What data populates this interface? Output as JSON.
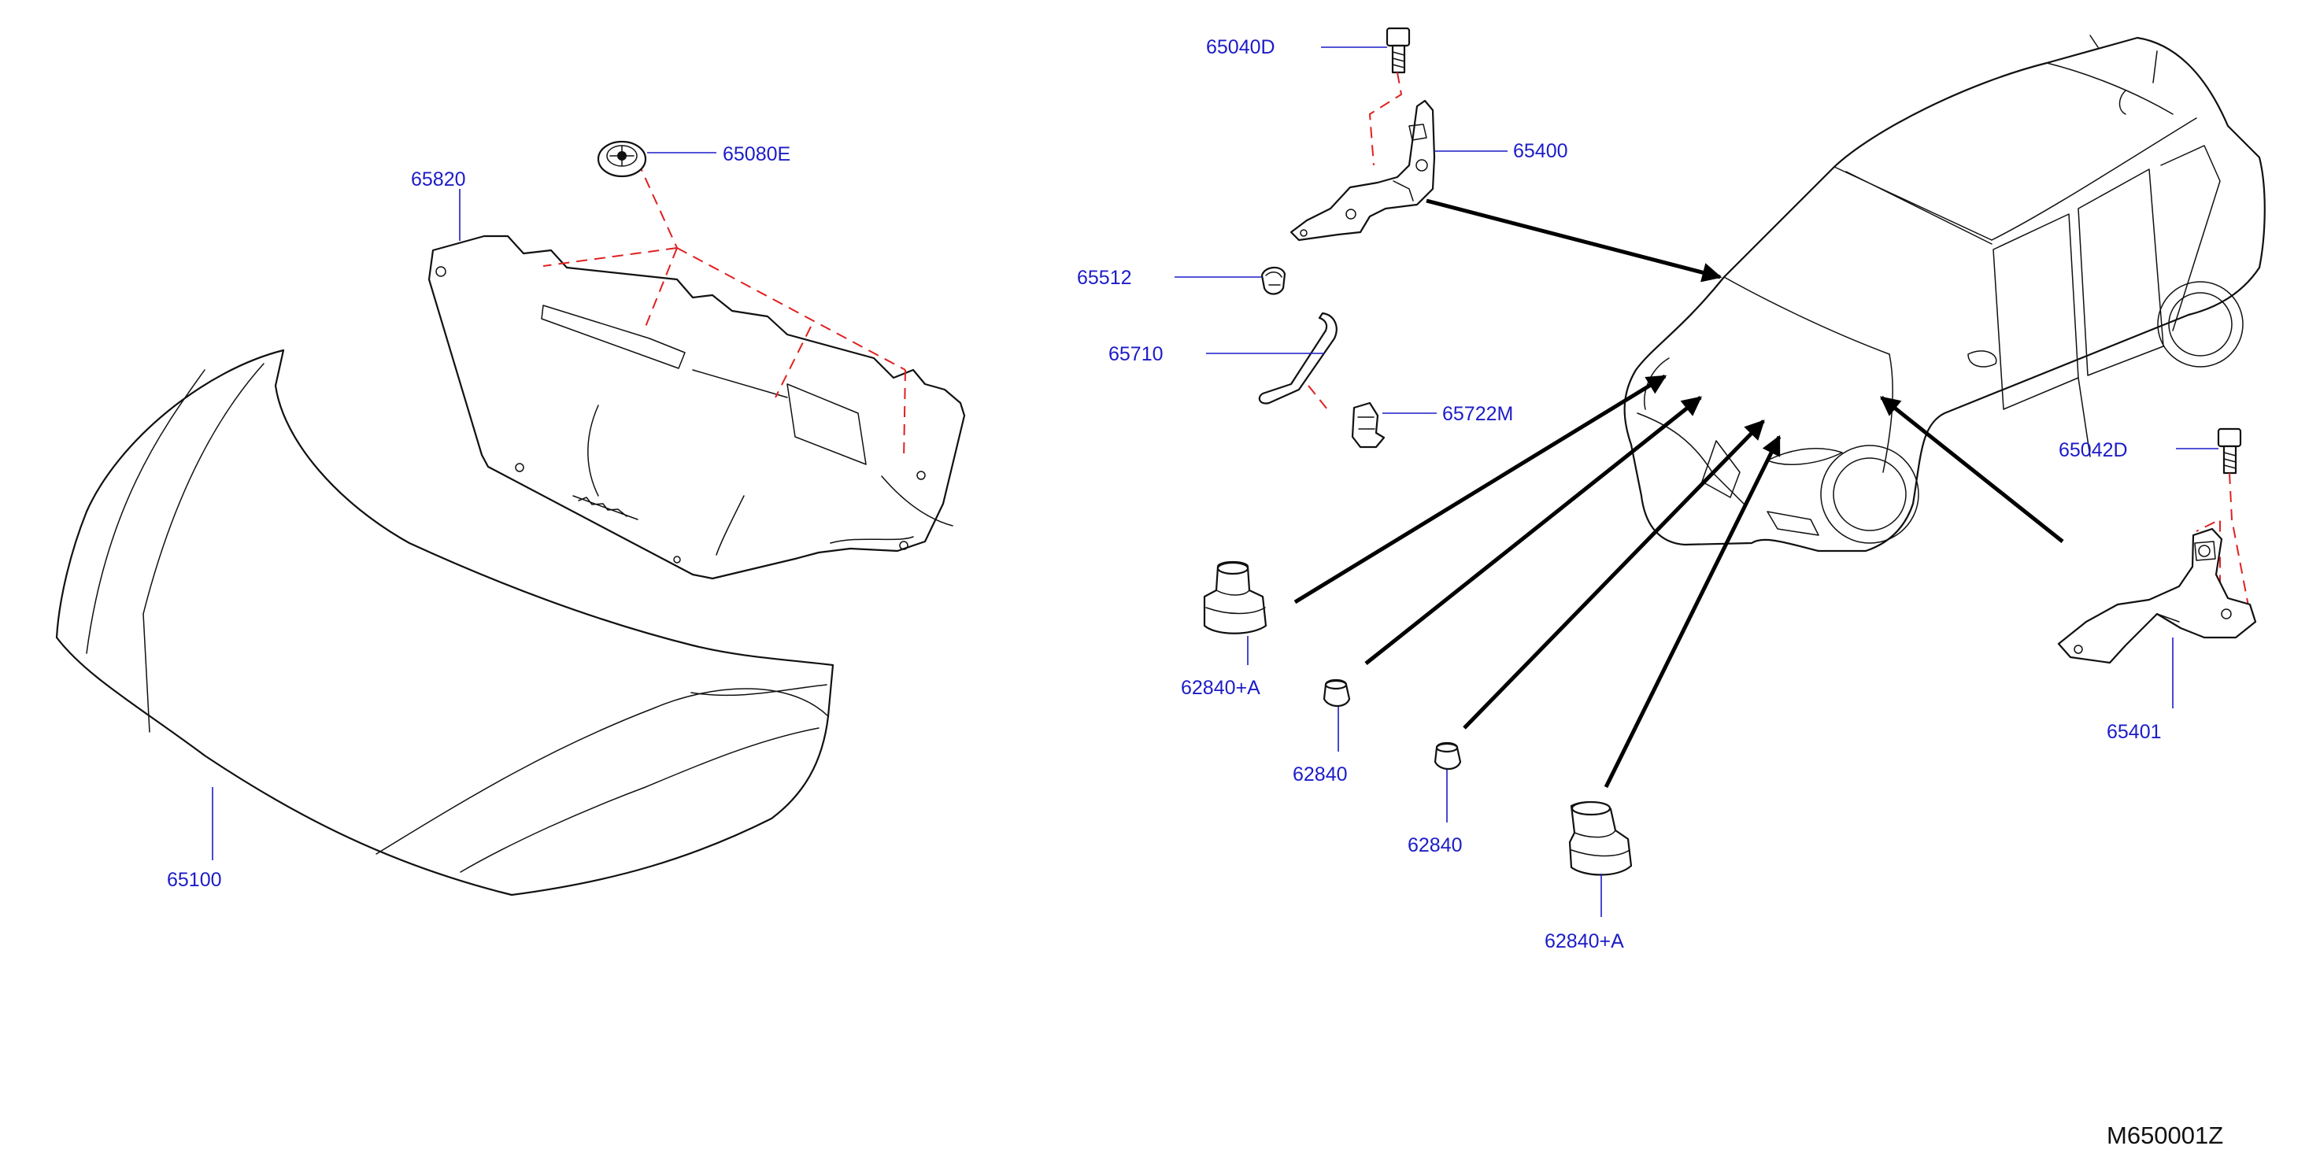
{
  "diagram_code": "M650001Z",
  "parts": [
    {
      "id": "p65040D",
      "number": "65040D"
    },
    {
      "id": "p65400",
      "number": "65400"
    },
    {
      "id": "p65512",
      "number": "65512"
    },
    {
      "id": "p65710",
      "number": "65710"
    },
    {
      "id": "p65722M",
      "number": "65722M"
    },
    {
      "id": "p65042D",
      "number": "65042D"
    },
    {
      "id": "p65401",
      "number": "65401"
    },
    {
      "id": "p62840A_1",
      "number": "62840+A"
    },
    {
      "id": "p62840_1",
      "number": "62840"
    },
    {
      "id": "p62840_2",
      "number": "62840"
    },
    {
      "id": "p62840A_2",
      "number": "62840+A"
    },
    {
      "id": "p65820",
      "number": "65820"
    },
    {
      "id": "p65080E",
      "number": "65080E"
    },
    {
      "id": "p65100",
      "number": "65100"
    }
  ],
  "colors": {
    "label": "#1c1cc8",
    "dashed_link": "#e02020",
    "line": "#111111"
  }
}
